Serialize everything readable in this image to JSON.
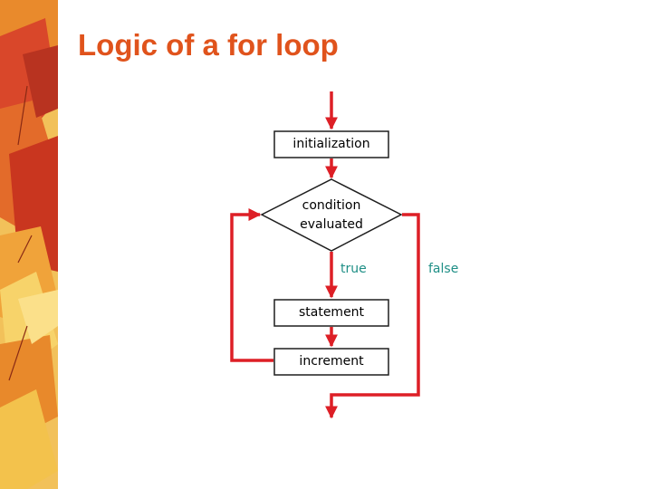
{
  "slide": {
    "title": "Logic of a for loop"
  },
  "flowchart": {
    "nodes": {
      "initialization": "initialization",
      "condition_line1": "condition",
      "condition_line2": "evaluated",
      "statement": "statement",
      "increment": "increment"
    },
    "branches": {
      "true_label": "true",
      "false_label": "false"
    },
    "colors": {
      "arrow": "#dd1f26",
      "box_border": "#1e1e1e",
      "branch_label": "#1f8f86",
      "title": "#e0531c"
    }
  }
}
